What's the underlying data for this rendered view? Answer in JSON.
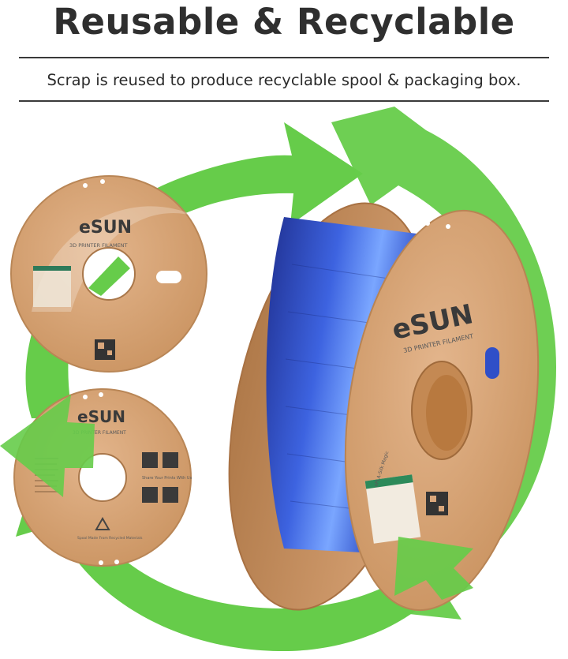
{
  "headline": "Reusable & Recyclable",
  "subline": "Scrap is reused to produce recyclable spool & packaging box.",
  "spools": {
    "front_brand": "eSUN",
    "front_tagline": "3D PRINTER FILAMENT",
    "back_brand": "eSUN",
    "back_tagline": "3D PRINTER FILAMENT",
    "back_share": "Share Your Prints With Us",
    "back_recycle": "Spool Made From Recycled Materials",
    "main_brand": "eSUN",
    "main_tagline": "3D PRINTER FILAMENT",
    "main_label": "ePLA-Silk Magic"
  },
  "colors": {
    "arrow_green": "#66cc4a",
    "cardboard": "#d9a77c",
    "filament_blue": "#2f4fc8",
    "text_dark": "#2f2f2f"
  },
  "icons": [
    "recycle-arrows-icon",
    "qr-code-icon",
    "recycle-symbol-icon"
  ]
}
